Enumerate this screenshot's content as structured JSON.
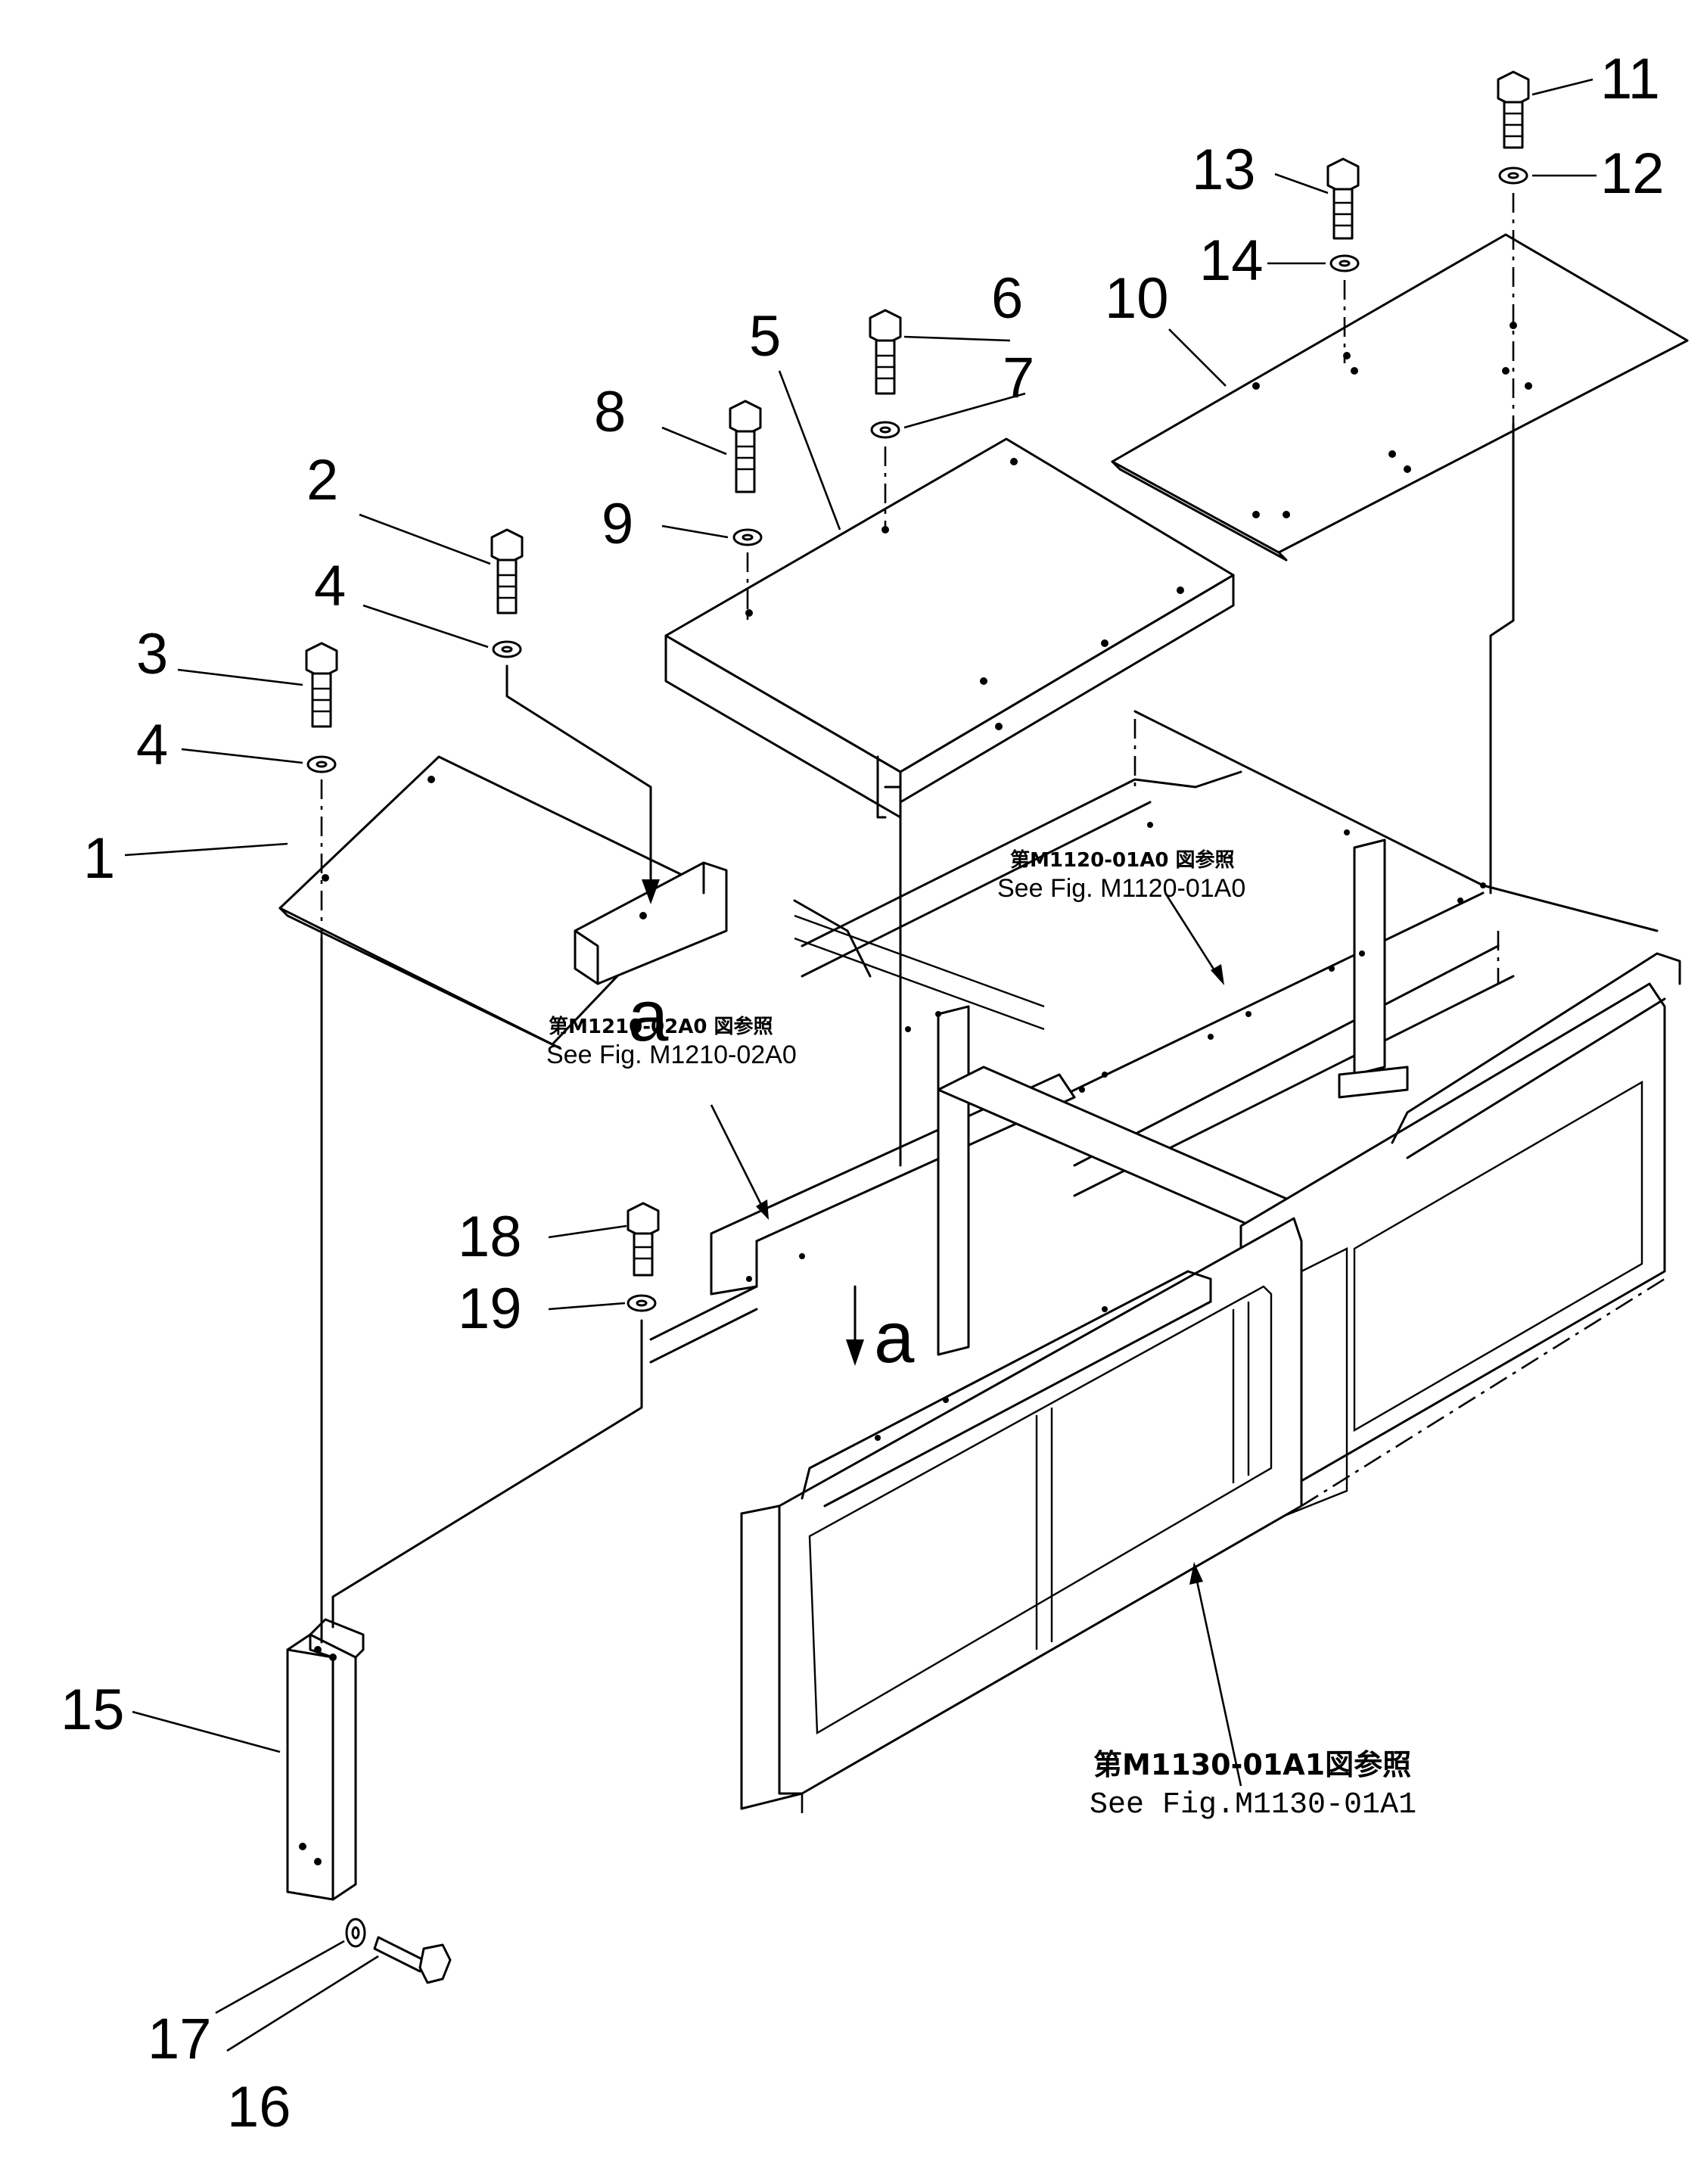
{
  "diagram": {
    "callouts": [
      "1",
      "2",
      "3",
      "4",
      "4",
      "5",
      "6",
      "7",
      "8",
      "9",
      "10",
      "11",
      "12",
      "13",
      "14",
      "15",
      "16",
      "17",
      "18",
      "19"
    ],
    "view_markers": [
      "a",
      "a"
    ],
    "references": [
      {
        "jp": "第M1210-02A0 図参照",
        "en": "See Fig. M1210-02A0"
      },
      {
        "jp": "第M1120-01A0 図参照",
        "en": "See Fig. M1120-01A0"
      },
      {
        "jp": "第M1130-01A1図参照",
        "en": "See Fig.M1130-01A1"
      }
    ]
  }
}
